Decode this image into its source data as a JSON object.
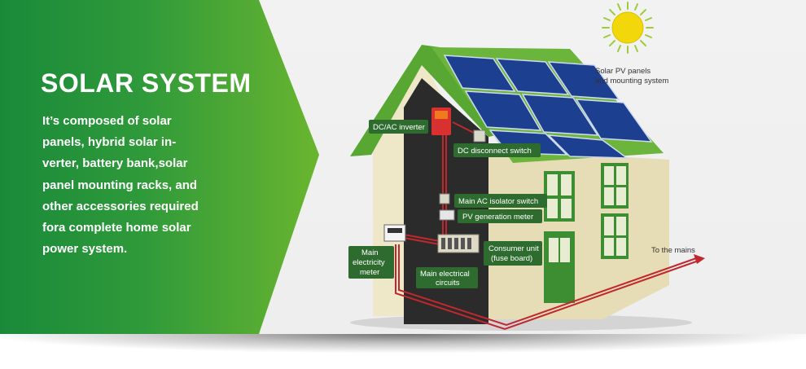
{
  "banner": {
    "title": "SOLAR SYSTEM",
    "description_lines": [
      "It’s composed of solar",
      "panels, hybrid solar in-",
      "verter, battery bank,solar",
      "panel mounting racks, and",
      "other accessories required",
      "fora complete home solar",
      "power system."
    ]
  },
  "diagram": {
    "labels": {
      "pv_panels_line1": "Solar PV panels",
      "pv_panels_line2": "and mounting system",
      "inverter": "DC/AC inverter",
      "dc_switch": "DC disconnect switch",
      "ac_isolator": "Main AC isolator switch",
      "pv_meter": "PV generation meter",
      "consumer_unit_line1": "Consumer unit",
      "consumer_unit_line2": "(fuse board)",
      "main_meter_line1": "Main",
      "main_meter_line2": "electricity",
      "main_meter_line3": "meter",
      "main_circuits_line1": "Main electrical",
      "main_circuits_line2": "circuits",
      "to_mains": "To the mains"
    },
    "colors": {
      "green_dark": "#1a8a3a",
      "green_light": "#6ab52f",
      "label_bg": "#2e6b2e",
      "wire": "#c0282e",
      "sun": "#f2d70a",
      "panel": "#1d3f8f"
    }
  }
}
